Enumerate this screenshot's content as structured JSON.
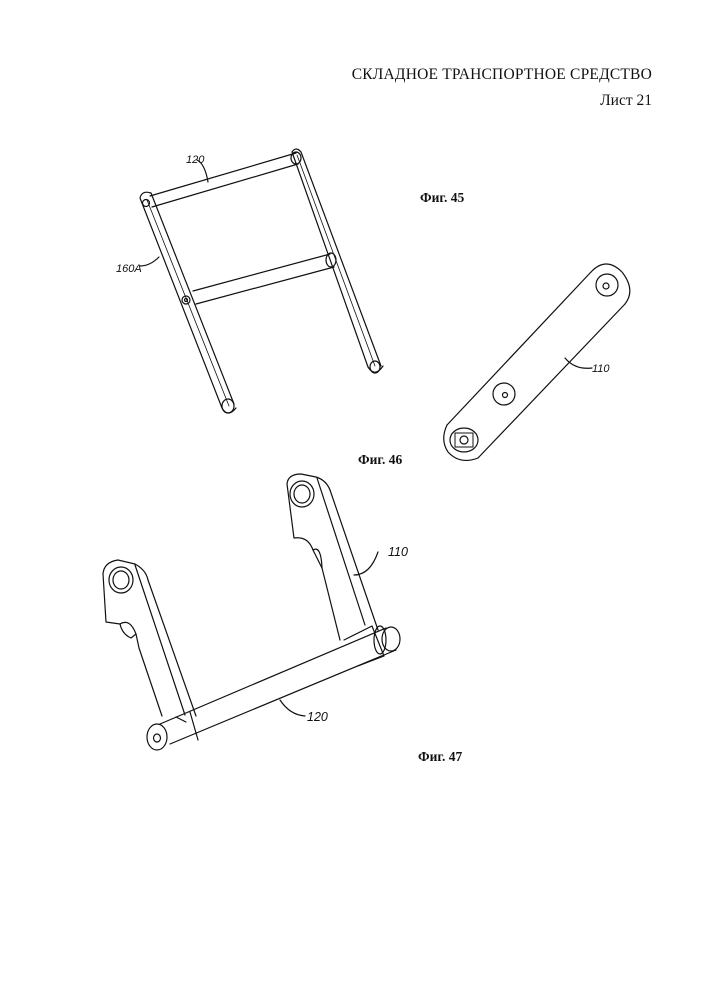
{
  "header": {
    "title": "СКЛАДНОЕ ТРАНСПОРТНОЕ СРЕДСТВО",
    "sheet": "Лист 21"
  },
  "figures": [
    {
      "caption": "Фиг. 45",
      "refs": [
        "120",
        "160A"
      ]
    },
    {
      "caption": "Фиг. 46",
      "refs": [
        "110"
      ]
    },
    {
      "caption": "Фиг. 47",
      "refs": [
        "110",
        "120"
      ]
    }
  ]
}
